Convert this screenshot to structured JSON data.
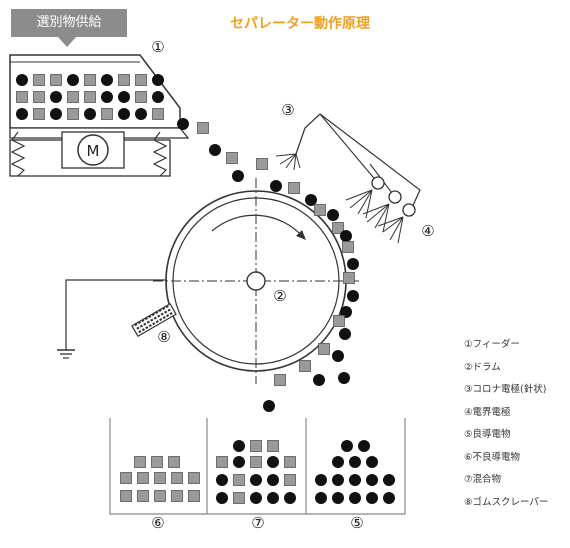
{
  "header": {
    "feed_label": "選別物供給",
    "title": "セパレーター動作原理"
  },
  "callouts": {
    "feeder": "①",
    "drum": "②",
    "corona": "③",
    "static": "④",
    "good_bin": "⑤",
    "bad_bin": "⑥",
    "mixed_bin": "⑦",
    "scraper": "⑧"
  },
  "motor_label": "M",
  "legend": [
    "①フィーダー",
    "②ドラム",
    "③コロナ電極(針状)",
    "④電界電極",
    "⑤良導電物",
    "⑥不良導電物",
    "⑦混合物",
    "⑧ゴムスクレーパー"
  ],
  "colors": {
    "title": "#f0a01e",
    "tag": "#8c8c8c",
    "conductor": "#111111",
    "non_conductor": "#9a9a9a",
    "line": "#333333"
  }
}
